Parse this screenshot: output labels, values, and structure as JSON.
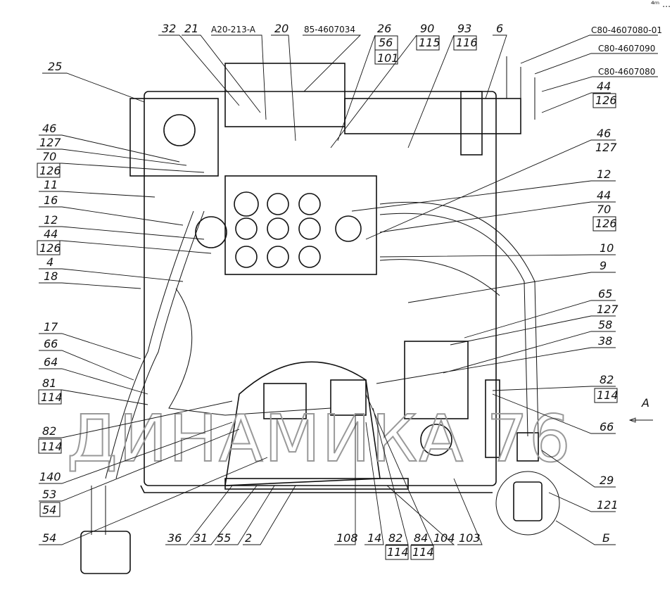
{
  "watermark": "ДИНАМИКА 76",
  "corner_mark": "⁴ᵐ …",
  "top_labels": [
    "32",
    "21",
    "A20-213-A",
    "20",
    "85-4607034",
    "26",
    "56",
    "101",
    "90",
    "115",
    "93",
    "116",
    "6"
  ],
  "top_right_codes": [
    "C80-4607080-01",
    "C80-4607090",
    "C80-4607080"
  ],
  "left_labels": [
    "25",
    "46",
    "127",
    "70",
    "126",
    "11",
    "16",
    "12",
    "44",
    "126",
    "4",
    "18",
    "17",
    "66",
    "64",
    "81",
    "114",
    "82",
    "114",
    "140",
    "53",
    "54",
    "54"
  ],
  "right_labels": [
    "44",
    "126",
    "46",
    "127",
    "12",
    "44",
    "70",
    "126",
    "10",
    "9",
    "65",
    "127",
    "58",
    "38",
    "82",
    "114",
    "A",
    "66",
    "29",
    "121",
    "Б"
  ],
  "bottom_labels": [
    "36",
    "31",
    "55",
    "2",
    "108",
    "14",
    "82",
    "114",
    "84",
    "114",
    "104",
    "103"
  ]
}
